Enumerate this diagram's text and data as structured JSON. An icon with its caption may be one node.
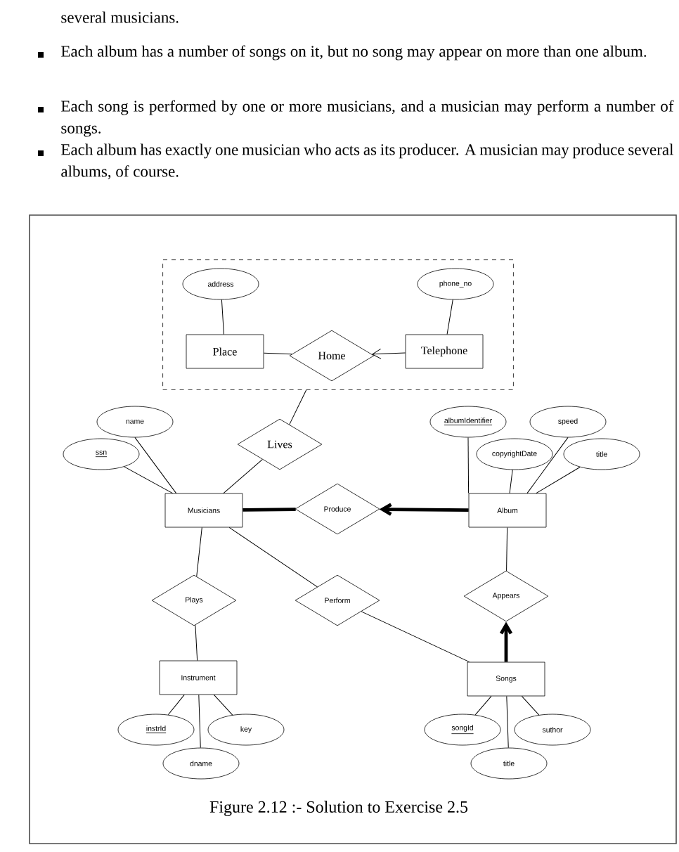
{
  "diagram": {
    "caption": "Figure 2.12 :- Solution to Exercise 2.5",
    "nodes": [
      {
        "text": [],
        "shape": "box"
      },
      {
        "text": [
          "address"
        ],
        "in": 0
      },
      {
        "text": [
          "phone_no"
        ],
        "in": 0
      },
      {
        "text": [
          "Place"
        ],
        "in": 0
      },
      {
        "text": [
          "Home"
        ],
        "in": 0
      },
      {
        "text": [
          "Telephone"
        ],
        "in": 0
      },
      {
        "text": [
          "name"
        ]
      },
      {
        "text": [
          "ssn"
        ]
      },
      {
        "text": [
          "Lives"
        ]
      },
      {
        "text": [
          "albumIdentifier"
        ]
      },
      {
        "text": [
          "speed"
        ]
      },
      {
        "text": [
          "copyrightDate"
        ]
      },
      {
        "text": [
          "title"
        ]
      },
      {
        "text": [
          "Musicians"
        ]
      },
      {
        "text": [
          "Produce"
        ]
      },
      {
        "text": [
          "Album"
        ]
      },
      {
        "text": [
          "Plays"
        ]
      },
      {
        "text": [
          "Perform"
        ]
      },
      {
        "text": [
          "Appears"
        ]
      },
      {
        "text": [
          "Instrument"
        ]
      },
      {
        "text": [
          "Songs"
        ]
      },
      {
        "text": [
          "instrId"
        ]
      },
      {
        "text": [
          "key"
        ]
      },
      {
        "text": [
          "dname"
        ]
      },
      {
        "text": [
          "songId"
        ]
      },
      {
        "text": [
          "suthor"
        ]
      },
      {
        "text": [
          "title"
        ]
      }
    ],
    "edges": [
      {
        "from": 3,
        "to": 1,
        "arrow": "none"
      },
      {
        "from": 5,
        "to": 2,
        "arrow": "none"
      },
      {
        "from": 3,
        "to": 4,
        "arrow": "none"
      },
      {
        "from": 5,
        "to": 4,
        "arrow": "to"
      },
      {
        "from": 0,
        "to": 8,
        "arrow": "none"
      },
      {
        "from": 8,
        "to": 13,
        "arrow": "none"
      },
      {
        "from": 6,
        "to": 13,
        "arrow": "none"
      },
      {
        "from": 7,
        "to": 13,
        "arrow": "none"
      },
      {
        "from": 13,
        "to": 14,
        "arrow": "none",
        "style": "thick"
      },
      {
        "from": 15,
        "to": 14,
        "arrow": "to",
        "style": "thick"
      },
      {
        "from": 9,
        "to": 15,
        "arrow": "none"
      },
      {
        "from": 11,
        "to": 15,
        "arrow": "none"
      },
      {
        "from": 10,
        "to": 15,
        "arrow": "none"
      },
      {
        "from": 12,
        "to": 15,
        "arrow": "none"
      },
      {
        "from": 13,
        "to": 16,
        "arrow": "none"
      },
      {
        "from": 16,
        "to": 19,
        "arrow": "none"
      },
      {
        "from": 13,
        "to": 17,
        "arrow": "none"
      },
      {
        "from": 17,
        "to": 20,
        "arrow": "none"
      },
      {
        "from": 15,
        "to": 18,
        "arrow": "none"
      },
      {
        "from": 20,
        "to": 18,
        "arrow": "to",
        "style": "thick"
      },
      {
        "from": 19,
        "to": 21,
        "arrow": "none"
      },
      {
        "from": 19,
        "to": 23,
        "arrow": "none"
      },
      {
        "from": 19,
        "to": 22,
        "arrow": "none"
      },
      {
        "from": 20,
        "to": 24,
        "arrow": "none"
      },
      {
        "from": 20,
        "to": 26,
        "arrow": "none"
      },
      {
        "from": 20,
        "to": 25,
        "arrow": "none"
      }
    ],
    "labels": [
      "several musicians.",
      "Each album has a number of songs on it, but no song may appear on more than one album.",
      "Each song is performed by one or more musicians, and a musician may perform a number of songs.",
      "Each album has exactly one musician who acts as its producer. A musician may produce several albums, of course."
    ]
  }
}
